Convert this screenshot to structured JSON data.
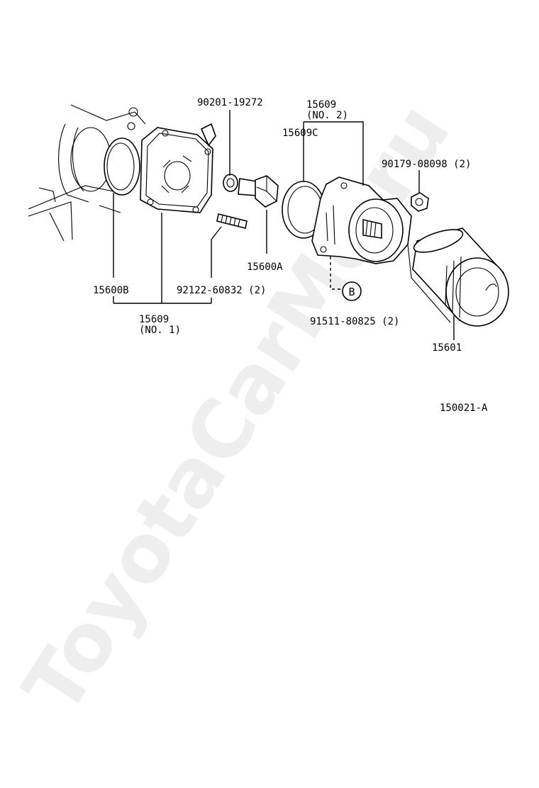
{
  "watermark": "ToyotaCarMe.ru",
  "diagram_id": "150021-A",
  "callouts": {
    "bolt": "90201-19272",
    "assy2_num": "15609",
    "assy2_no": "(NO. 2)",
    "oring_c": "15609C",
    "nut": "90179-08098 (2)",
    "union": "15600A",
    "oring_b": "15600B",
    "stud": "92122-60832 (2)",
    "assy1_num": "15609",
    "assy1_no": "(NO. 1)",
    "ref_circle": "B",
    "ref_part": "91511-80825 (2)",
    "filter": "15601"
  }
}
